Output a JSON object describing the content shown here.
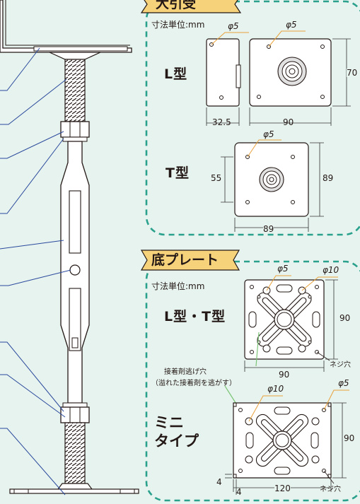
{
  "colors": {
    "background": "#e7f3ef",
    "frame_dash": "#2aa18c",
    "tag_fill": "#f6d27b",
    "tag_stroke": "#231815",
    "leader_blue": "#2b4a9c",
    "leader_orange": "#e8a13a",
    "leader_green": "#7cc576",
    "dimension_line": "#333333",
    "part_fill": "#ffffff"
  },
  "section_top": {
    "tag": "大引受",
    "unit_label": "寸法単位:mm",
    "l_type": {
      "name": "L型",
      "hole_label_left": "φ5",
      "hole_label_right": "φ5",
      "dim_side_width": "32.5",
      "dim_plate_width": "90",
      "dim_height": "70"
    },
    "t_type": {
      "name": "T型",
      "hole_label": "φ5",
      "dim_left": "55",
      "dim_right": "89",
      "dim_bottom": "89"
    }
  },
  "section_bottom": {
    "tag": "底プレート",
    "unit_label": "寸法単位:mm",
    "lt_type": {
      "name": "L型・T型",
      "hole_label_small": "φ5",
      "hole_label_large": "φ10",
      "dim_right": "90",
      "dim_bottom": "90",
      "screw_hole": "ネジ穴"
    },
    "adhesive_note": {
      "line1": "接着剤逃げ穴",
      "line2": "（溢れた接着剤を逃がす）"
    },
    "mini_type": {
      "name_line1": "ミニ",
      "name_line2": "タイプ",
      "hole_label_large": "φ10",
      "hole_label_small": "φ5",
      "dim_right": "90",
      "dim_bottom": "120",
      "dim_corner_h": "4",
      "dim_corner_v": "4",
      "screw_hole": "ネジ穴"
    }
  }
}
